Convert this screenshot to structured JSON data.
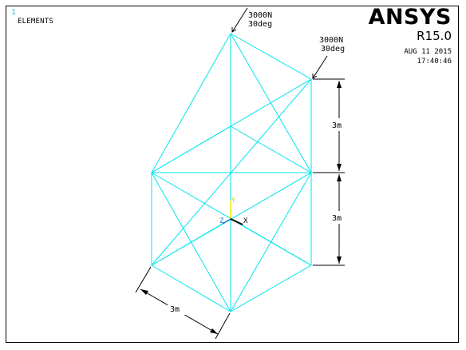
{
  "window": {
    "number": "1",
    "title": "ELEMENTS"
  },
  "brand": {
    "name": "ANSYS",
    "release": "R15.0",
    "date": "AUG 11 2015",
    "time": "17:40:46"
  },
  "loads": [
    {
      "force": "3000N",
      "angle": "30deg"
    },
    {
      "force": "3000N",
      "angle": "30deg"
    }
  ],
  "dimensions": {
    "upper": "3m",
    "lower": "3m",
    "bottom": "3m"
  },
  "triad": {
    "x": "X",
    "y": "Y",
    "z": "Z"
  },
  "colors": {
    "mesh": "#00e5ee",
    "text": "#000000",
    "triad_y": "#e8e800",
    "triad_z": "#2277cc"
  }
}
